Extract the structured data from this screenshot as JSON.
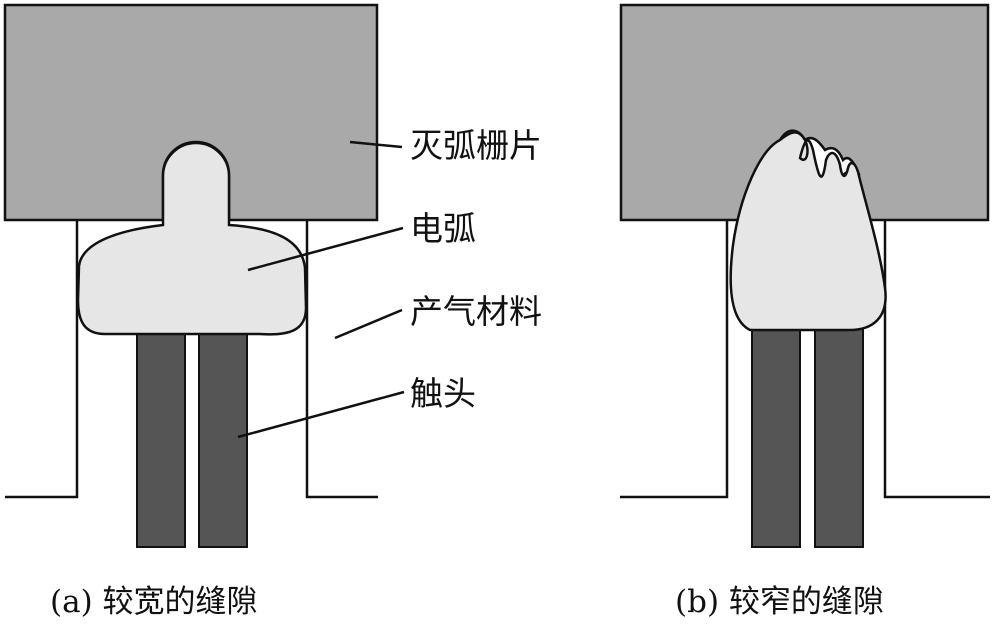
{
  "labels": {
    "arc_chute_plate": "灭弧栅片",
    "arc": "电弧",
    "gas_generating_material": "产气材料",
    "contacts": "触头"
  },
  "captions": {
    "a": "(a) 较宽的缝隙",
    "b": "(b) 较窄的缝隙"
  },
  "colors": {
    "plate": "#a9a9a9",
    "arc": "#e6e6e6",
    "contact": "#555555",
    "stroke": "#111111",
    "background": "#ffffff"
  }
}
